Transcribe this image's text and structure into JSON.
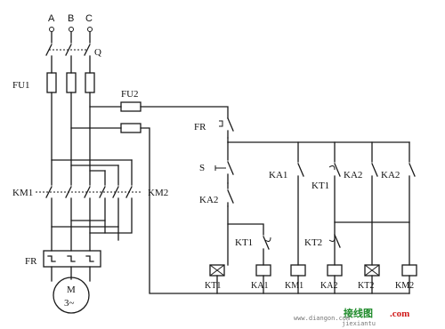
{
  "phases": {
    "a": "A",
    "b": "B",
    "c": "C"
  },
  "main_circuit": {
    "switch": "Q",
    "fuse_main": "FU1",
    "fuse_control": "FU2",
    "contactor_left": "KM1",
    "contactor_right": "KM2",
    "thermal_relay": "FR",
    "motor_line1": "M",
    "motor_line2": "3~"
  },
  "control_circuit": {
    "fr_contact": "FR",
    "start_button": "S",
    "ka2_contact_left": "KA2",
    "ka1_contact": "KA1",
    "kt1_delay_contact_mid": "KT1",
    "ka2_contact_mid": "KA2",
    "ka2_contact_right": "KA2",
    "kt1_delay_contact": "KT1",
    "kt2_delay_contact": "KT2"
  },
  "coils": [
    "KT1",
    "KA1",
    "KM1",
    "KA2",
    "KT2",
    "KM2"
  ],
  "watermark": {
    "text1": "接线图",
    "text2": ".com",
    "url": "www.diangon.com",
    "sub": "jiexiantu"
  }
}
